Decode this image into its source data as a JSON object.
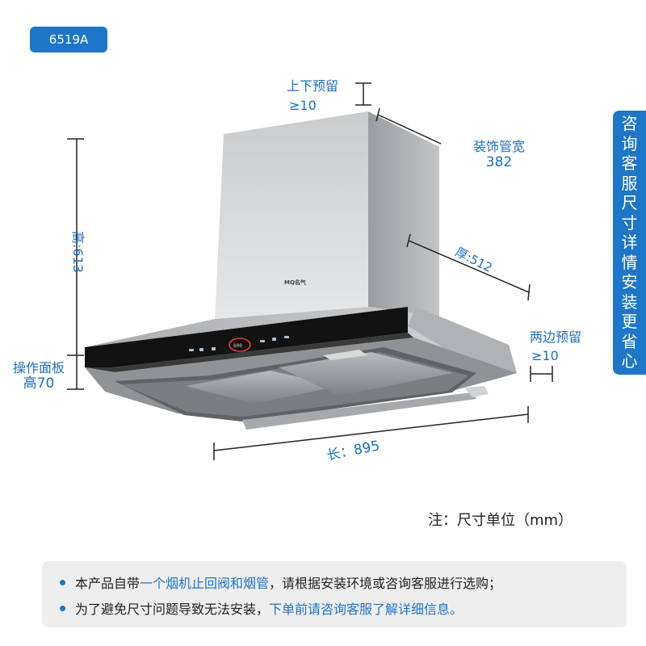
{
  "model": "6519A",
  "side_tab": [
    "咨",
    "询",
    "客",
    "服",
    "尺",
    "寸",
    "详",
    "情",
    "安",
    "装",
    "更",
    "省",
    "心"
  ],
  "brand_logo_text": "MQ名气",
  "dimensions": {
    "top_gap_label": "上下预留",
    "top_gap_value": "≥10",
    "duct_width_label": "装饰管宽",
    "duct_width_value": "382",
    "height": "高:613",
    "depth": "厚:512",
    "side_gap_label": "两边预留",
    "side_gap_value": "≥10",
    "panel_label": "操作面板",
    "panel_height": "高70",
    "length": "长：895"
  },
  "unit_note": "注：尺寸单位（mm）",
  "notices": {
    "line1_pre": "本产品自带",
    "line1_hl": "一个烟机止回阀和烟管",
    "line1_post": "，请根据安装环境或咨询客服进行选购；",
    "line2_pre": "为了避免尺寸问题导致无法安装，",
    "line2_hl": "下单前请咨询客服了解详细信息。"
  },
  "colors": {
    "accent": "#1e76c8",
    "label": "#1e6fbf",
    "dimension_line": "#222222",
    "steel_light": "#d4d6d8",
    "steel_dark": "#8f9396",
    "panel_black": "#111111"
  }
}
